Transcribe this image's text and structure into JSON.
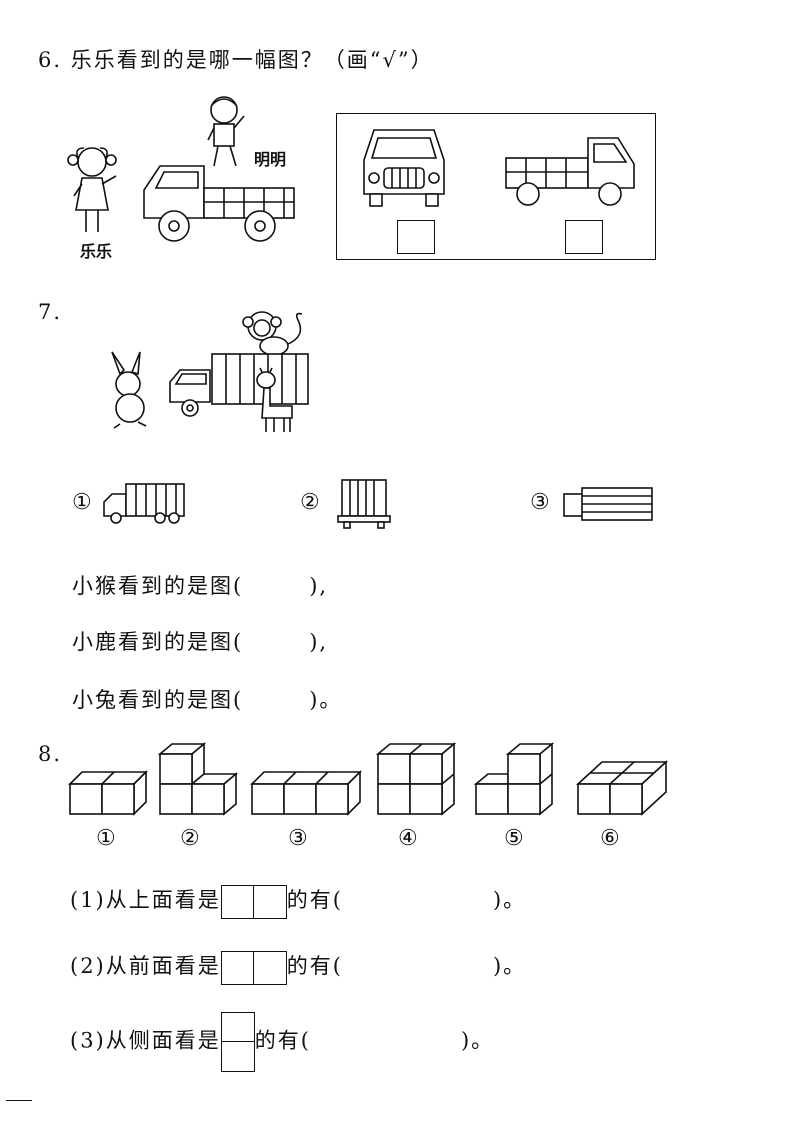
{
  "q6": {
    "title": "6. 乐乐看到的是哪一幅图？（画“√”）",
    "name_mingming": "明明",
    "name_lele": "乐乐"
  },
  "q7": {
    "number": "7.",
    "opt1": "①",
    "opt2": "②",
    "opt3": "③",
    "line1_pre": "小猴看到的是图(",
    "line1_post": "),",
    "line2_pre": "小鹿看到的是图(",
    "line2_post": "),",
    "line3_pre": "小兔看到的是图(",
    "line3_post": ")。"
  },
  "q8": {
    "number": "8.",
    "labels": [
      "①",
      "②",
      "③",
      "④",
      "⑤",
      "⑥"
    ],
    "q1_pre": "(1)从上面看是",
    "q1_post": "的有(",
    "q1_end": ")。",
    "q2_pre": "(2)从前面看是",
    "q2_post": "的有(",
    "q2_end": ")。",
    "q3_pre": "(3)从侧面看是",
    "q3_post": "的有(",
    "q3_end": ")。"
  }
}
